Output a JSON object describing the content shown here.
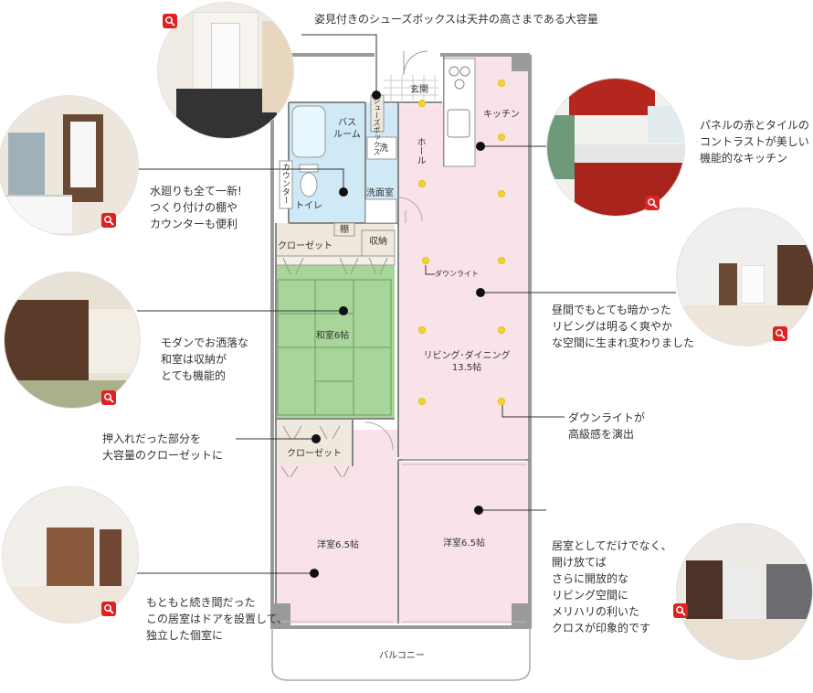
{
  "captions": {
    "shoebox": "姿見付きのシューズボックスは天井の高さまである大容量",
    "kitchen": "パネルの赤とタイルの\nコントラストが美しい\n機能的なキッチン",
    "water": "水廻りも全て一新!\nつくり付けの棚や\nカウンターも便利",
    "living": "昼間でもとても暗かった\nリビングは明るく爽やか\nな空間に生まれ変わりました",
    "washitsu": "モダンでお洒落な\n和室は収納が\nとても機能的",
    "downlight": "ダウンライトが\n高級感を演出",
    "closet": "押入れだった部分を\n大容量のクローゼットに",
    "bedroom": "居室としてだけでなく、\n開け放てば\nさらに開放的な\nリビング空間に\nメリハリの利いた\nクロスが印象的です",
    "private": "もともと続き間だった\nこの居室はドアを設置して、\n独立した個室に"
  },
  "rooms": {
    "genkan": "玄関",
    "shoes_box": "シューズボックス",
    "kitchen": "キッチン",
    "bath": "バス\nルーム",
    "wash_basin": "洗",
    "hall": "ホール",
    "counter": "カウンター",
    "toilet": "トイレ",
    "washroom": "洗面室",
    "shelf": "棚",
    "closet_top": "クローゼット",
    "storage": "収納",
    "downlight_label": "ダウンライト",
    "washitsu": "和室6帖",
    "living": "リビング･ダイニング\n13.5帖",
    "closet_bottom": "クローゼット",
    "western_left": "洋室6.5帖",
    "western_right": "洋室6.5帖",
    "balcony": "バルコニー"
  },
  "colors": {
    "pink": "#f9e3e8",
    "blue": "#cfe9f7",
    "green": "#a8d59a",
    "beige": "#efe8dc",
    "wall": "#9a9a9a",
    "zoom_red": "#d22222",
    "downlight_yellow": "#f2d23a"
  },
  "icons": {
    "zoom": "zoom-magnifier-icon"
  }
}
